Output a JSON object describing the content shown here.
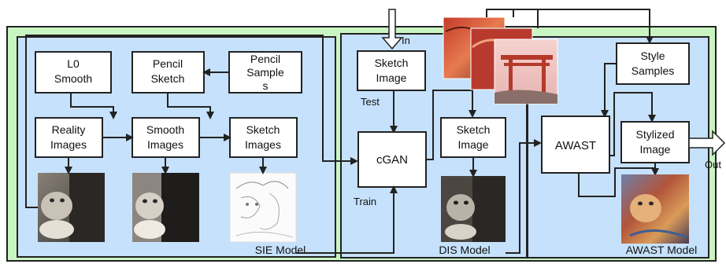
{
  "diagram": {
    "sie": {
      "title": "SIE Model",
      "l0_smooth": [
        "L0",
        "Smooth"
      ],
      "pencil_sketch": [
        "Pencil",
        "Sketch"
      ],
      "pencil_samples": [
        "Pencil",
        "Sample",
        "s"
      ],
      "reality_images": [
        "Reality",
        "Images"
      ],
      "smooth_images": [
        "Smooth",
        "Images"
      ],
      "sketch_images": [
        "Sketch",
        "Images"
      ]
    },
    "dis": {
      "title": "DIS Model",
      "sketch_image_in": [
        "Sketch",
        "Image"
      ],
      "cgan": "cGAN",
      "sketch_image_out": [
        "Sketch",
        "Image"
      ],
      "test_label": "Test",
      "train_label": "Train"
    },
    "awast": {
      "title": "AWAST Model",
      "style_samples": [
        "Style",
        "Samples"
      ],
      "awast_box": "AWAST",
      "stylized_image": [
        "Stylized",
        "Image"
      ]
    },
    "io": {
      "in_label": "In",
      "out_label": "Out"
    },
    "colors": {
      "outer_bg": "#c9f5c2",
      "model_bg": "#c6e1fb",
      "box_fill": "#ffffff",
      "stroke": "#222222"
    }
  }
}
